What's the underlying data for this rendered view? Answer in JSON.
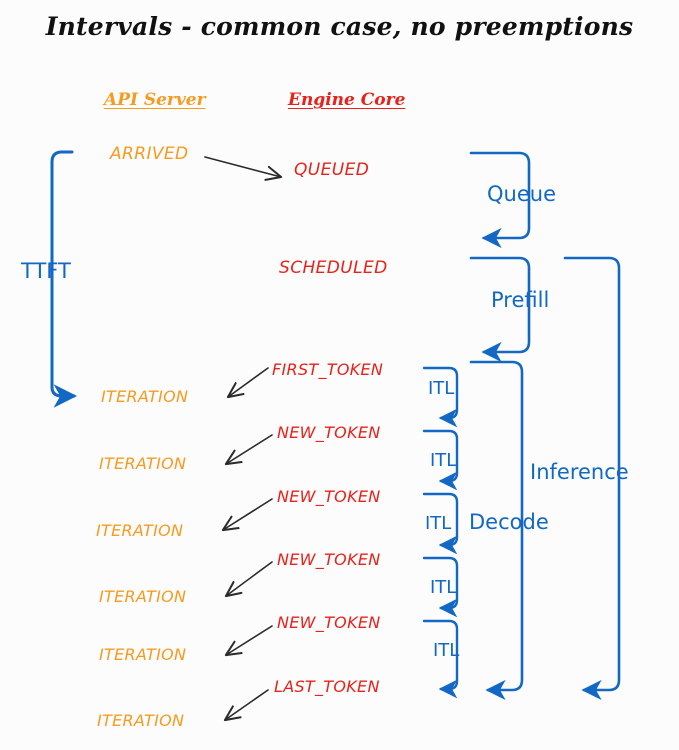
{
  "title": "Intervals - common case, no preemptions",
  "colors": {
    "background": "#fcfcfc",
    "api_server": "#f79a1f",
    "engine_core": "#e8221a",
    "bracket_blue": "#1268c3",
    "arrow_black": "#2b2b2b",
    "title": "#111111"
  },
  "columns": [
    {
      "label": "API Server",
      "color": "#f79a1f"
    },
    {
      "label": "Engine Core",
      "color": "#e8221a"
    }
  ],
  "states": [
    {
      "label": "ARRIVED",
      "lane": "api"
    },
    {
      "label": "QUEUED",
      "lane": "engine"
    },
    {
      "label": "SCHEDULED",
      "lane": "engine"
    }
  ],
  "rows": [
    {
      "iteration": "ITERATION",
      "token": "FIRST_TOKEN"
    },
    {
      "iteration": "ITERATION",
      "token": "NEW_TOKEN"
    },
    {
      "iteration": "ITERATION",
      "token": "NEW_TOKEN"
    },
    {
      "iteration": "ITERATION",
      "token": "NEW_TOKEN"
    },
    {
      "iteration": "ITERATION",
      "token": "NEW_TOKEN"
    },
    {
      "iteration": "ITERATION",
      "token": "LAST_TOKEN"
    }
  ],
  "intervals": {
    "ttft": "TTFT",
    "queue": "Queue",
    "prefill": "Prefill",
    "decode": "Decode",
    "inference": "Inference",
    "itl": "ITL",
    "itl_count": 5
  },
  "itl_labels": [
    "ITL",
    "ITL",
    "ITL",
    "ITL",
    "ITL"
  ]
}
